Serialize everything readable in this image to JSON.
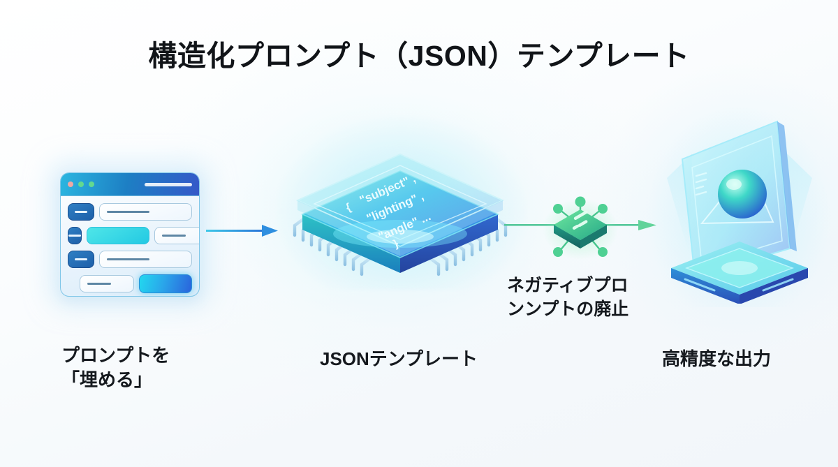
{
  "page": {
    "title": "構造化プロンプト（JSON）テンプレート",
    "background_color": "#f5f8fb",
    "title_color": "#111418"
  },
  "stages": [
    {
      "id": "prompt-form",
      "caption": "プロンプトを\n「埋める」",
      "window": {
        "traffic_lights": [
          "red-dot",
          "green-dot",
          "green-dot"
        ],
        "rows": [
          {
            "label": "pill-label",
            "fields": [
              "field-wide"
            ]
          },
          {
            "label": "pill-label",
            "fields": [
              "field-accent",
              "field-small"
            ]
          },
          {
            "label": "pill-label",
            "fields": [
              "field-wide"
            ]
          },
          {
            "label": null,
            "fields": [
              "field-small",
              "button-primary"
            ]
          }
        ]
      }
    },
    {
      "id": "json-chip",
      "caption": "JSONテンプレート",
      "chip_text": [
        "{",
        "\"subject\" ,",
        "\"lighting\" ,",
        "\"angle\" ...",
        "}"
      ]
    },
    {
      "id": "accurate-output",
      "caption": "高精度な出力"
    }
  ],
  "node": {
    "id": "negative-prompt-node",
    "caption": "ネガティブプロ\nンンプトの廃止",
    "connector_count": 6
  },
  "arrows": [
    {
      "id": "arrow-form-to-chip",
      "direction": "right",
      "color": "#2a8fd8"
    },
    {
      "id": "arrow-chip-to-output",
      "direction": "right",
      "color": "#4cc98a"
    }
  ],
  "colors": {
    "accent_cyan": "#22d8ef",
    "accent_blue": "#2a63dc",
    "accent_green": "#4cc98a",
    "chip_teal": "#49d6dc",
    "text_dark": "#15191e"
  }
}
